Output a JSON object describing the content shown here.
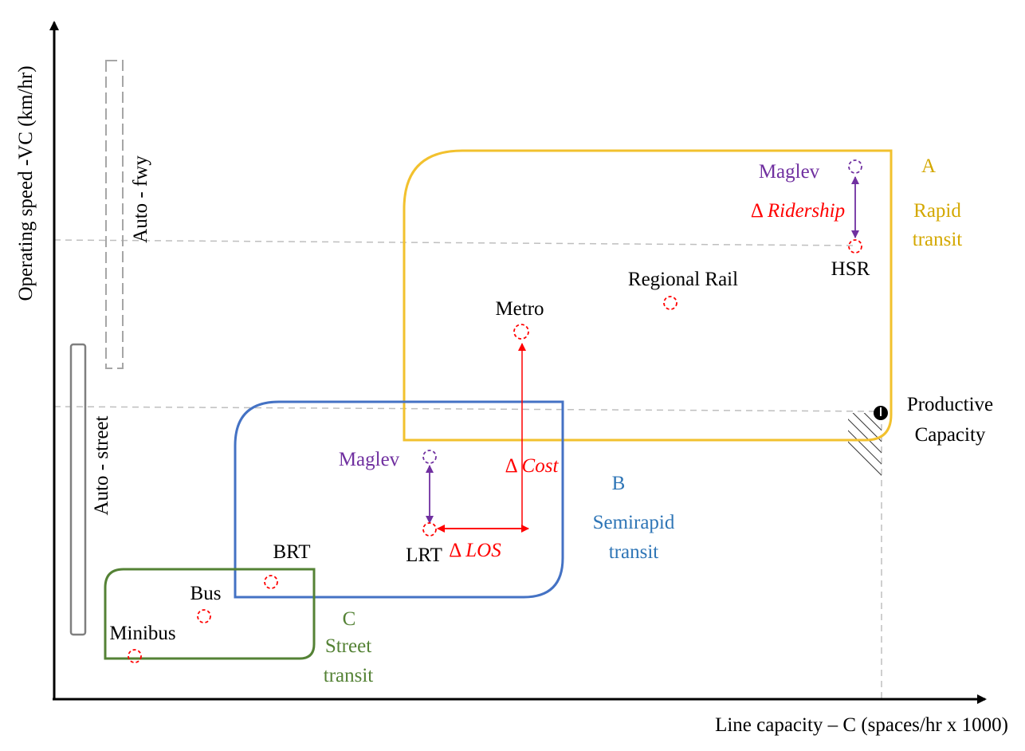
{
  "axes": {
    "x_label": "Line capacity – C (spaces/hr  x 1000)",
    "y_label": "Operating speed -VC (km/hr)"
  },
  "auto": {
    "freeway": "Auto - fwy",
    "street": "Auto - street"
  },
  "regions": {
    "a": {
      "letter": "A",
      "line1": "Rapid",
      "line2": "transit",
      "color": "#e6b800"
    },
    "b": {
      "letter": "B",
      "line1": "Semirapid",
      "line2": "transit",
      "color": "#2e75b6"
    },
    "c": {
      "letter": "C",
      "line1": "Street",
      "line2": "transit",
      "color": "#548235"
    }
  },
  "modes": {
    "maglev_a": "Maglev",
    "hsr": "HSR",
    "regional_rail": "Regional Rail",
    "metro": "Metro",
    "maglev_b": "Maglev",
    "lrt": "LRT",
    "brt": "BRT",
    "bus": "Bus",
    "minibus": "Minibus"
  },
  "deltas": {
    "symbol": "Δ",
    "ridership": "Ridership",
    "cost": "Cost",
    "los": "LOS"
  },
  "productive_capacity": {
    "line1": "Productive",
    "line2": "Capacity"
  },
  "colors": {
    "mode_marker": "#ff0000",
    "maglev": "#7030a0",
    "delta": "#ff0000",
    "axis": "#000000",
    "guide": "#bfbfbf"
  }
}
